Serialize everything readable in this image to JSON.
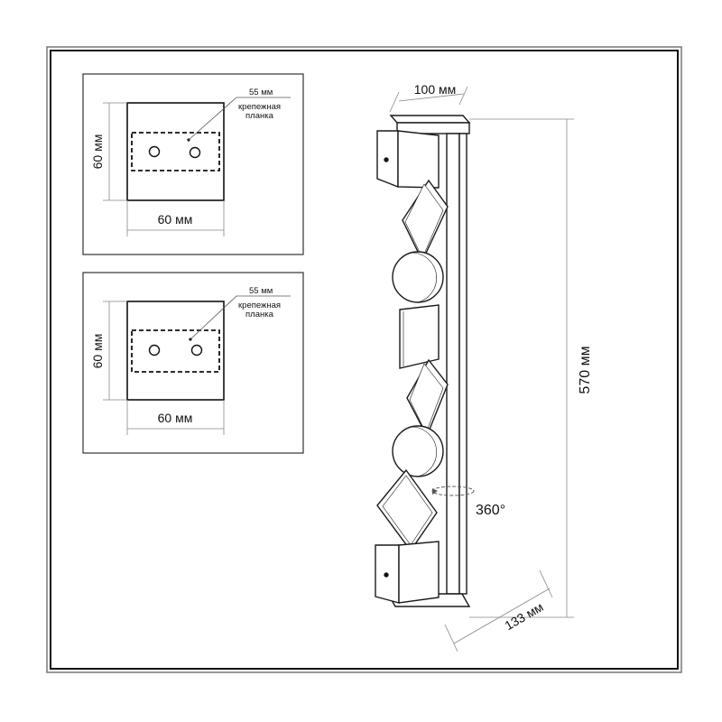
{
  "panels": [
    {
      "plate_label": "55 мм",
      "plate_caption_1": "крепежная",
      "plate_caption_2": "планка",
      "height_label": "60 мм",
      "width_label": "60 мм"
    },
    {
      "plate_label": "55 мм",
      "plate_caption_1": "крепежная",
      "plate_caption_2": "планка",
      "height_label": "60 мм",
      "width_label": "60 мм"
    }
  ],
  "fixture": {
    "top_width_label": "100 мм",
    "height_label": "570 мм",
    "depth_label": "133 мм",
    "rotation_label": "360°"
  },
  "colors": {
    "line": "#1a1a1a",
    "frame_outer": "#333333",
    "frame_inner": "#222222",
    "dim_line": "#888888",
    "bracket_fill": "#ffffff"
  }
}
